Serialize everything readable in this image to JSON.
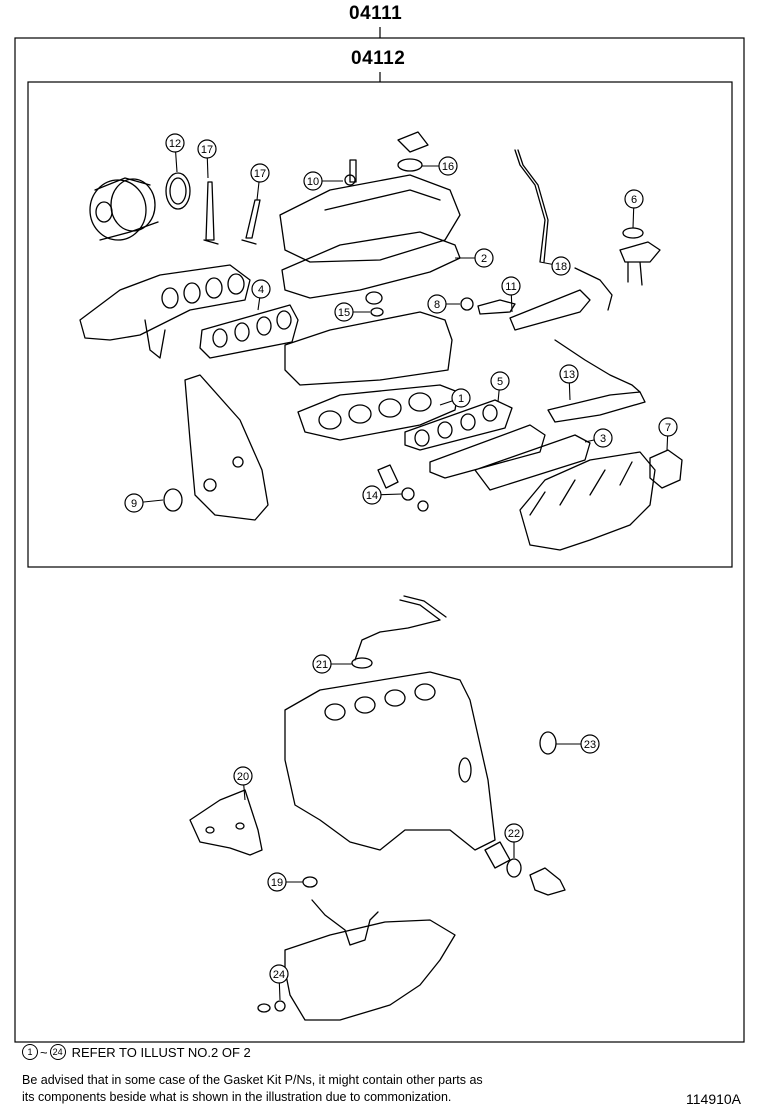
{
  "headers": {
    "outer_kit": "04111",
    "inner_kit": "04112"
  },
  "callouts": [
    "1",
    "2",
    "3",
    "4",
    "5",
    "6",
    "7",
    "8",
    "9",
    "10",
    "11",
    "12",
    "13",
    "14",
    "15",
    "16",
    "17",
    "17",
    "18",
    "19",
    "20",
    "21",
    "22",
    "23",
    "24"
  ],
  "footer": {
    "range_start": "1",
    "range_end": "24",
    "tilde": "~",
    "refer_text": "REFER TO ILLUST NO.2 OF 2",
    "note_line1": "Be advised that in some case of the Gasket Kit P/Ns,  it might contain other parts as",
    "note_line2": "its components beside what is shown in the illustration due to commonization.",
    "figure_id": "114910A"
  }
}
